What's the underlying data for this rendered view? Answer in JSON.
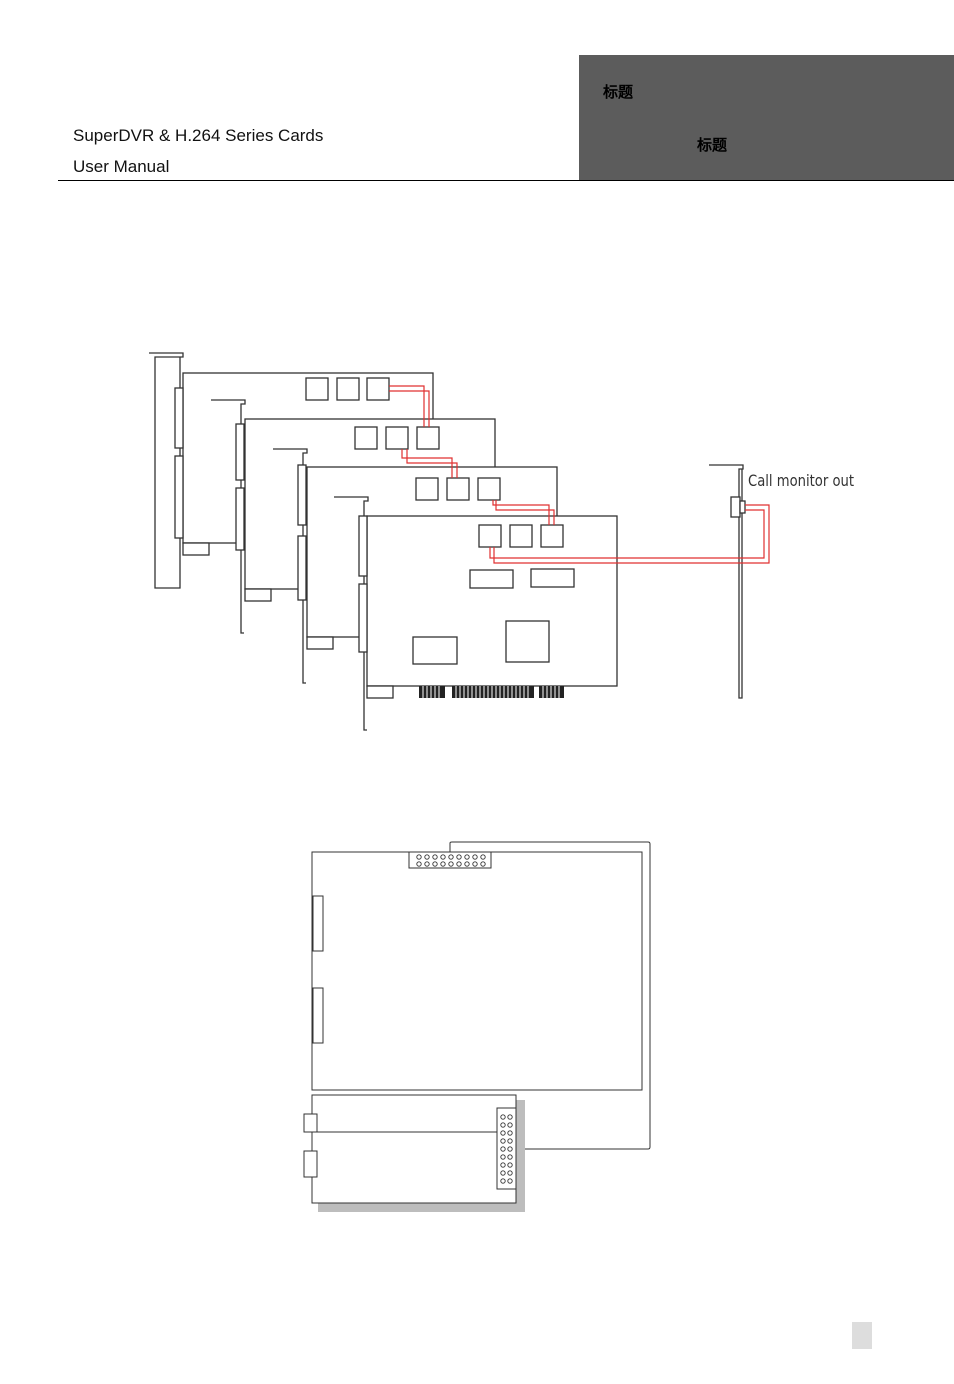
{
  "header": {
    "product_line": "SuperDVR & H.264 Series Cards",
    "doc_type": "User Manual",
    "box_title_1": "标题",
    "box_title_2": "标题"
  },
  "figure1": {
    "label": "Call monitor out",
    "wire_color": "#e03030"
  }
}
